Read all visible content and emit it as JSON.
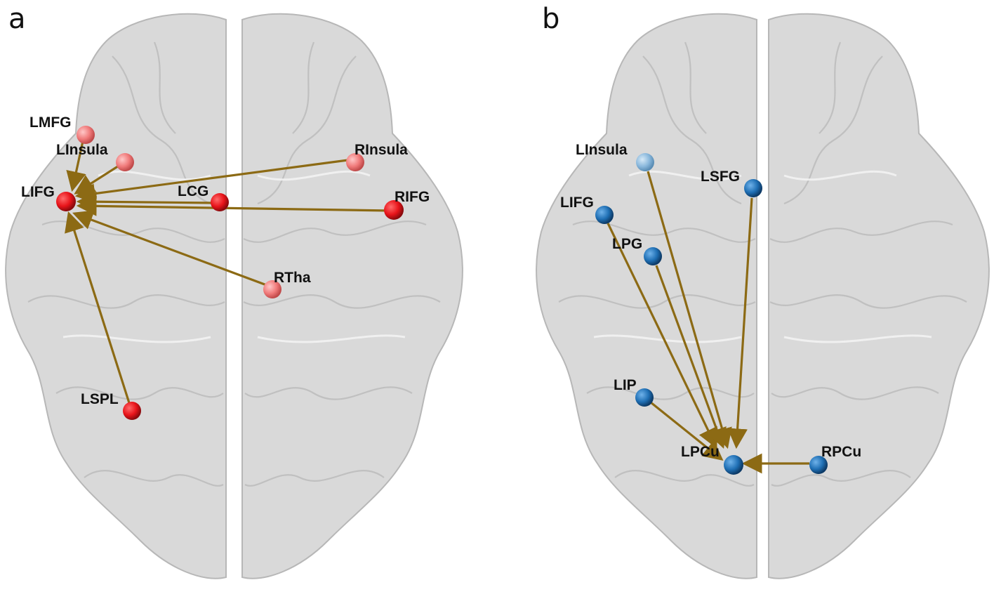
{
  "panels": [
    {
      "letter": "a",
      "colors": {
        "node": "#e8141a",
        "node_light": "#f07a7a",
        "edge": "#8c6a14"
      },
      "target": "LIFG",
      "nodes": [
        {
          "id": "LMFG",
          "label": "LMFG"
        },
        {
          "id": "LInsula",
          "label": "LInsula"
        },
        {
          "id": "LIFG",
          "label": "LIFG"
        },
        {
          "id": "LCG",
          "label": "LCG"
        },
        {
          "id": "RInsula",
          "label": "RInsula"
        },
        {
          "id": "RIFG",
          "label": "RIFG"
        },
        {
          "id": "RTha",
          "label": "RTha"
        },
        {
          "id": "LSPL",
          "label": "LSPL"
        }
      ],
      "edges": [
        {
          "from": "LMFG",
          "to": "LIFG"
        },
        {
          "from": "LInsula",
          "to": "LIFG"
        },
        {
          "from": "RInsula",
          "to": "LIFG"
        },
        {
          "from": "LCG",
          "to": "LIFG"
        },
        {
          "from": "RIFG",
          "to": "LIFG"
        },
        {
          "from": "RTha",
          "to": "LIFG"
        },
        {
          "from": "LSPL",
          "to": "LIFG"
        }
      ]
    },
    {
      "letter": "b",
      "colors": {
        "node": "#1f6fb4",
        "node_light": "#8ab8dc",
        "edge": "#8c6a14"
      },
      "target": "LPCu",
      "nodes": [
        {
          "id": "LInsula",
          "label": "LInsula"
        },
        {
          "id": "LSFG",
          "label": "LSFG"
        },
        {
          "id": "LIFG",
          "label": "LIFG"
        },
        {
          "id": "LPG",
          "label": "LPG"
        },
        {
          "id": "LIP",
          "label": "LIP"
        },
        {
          "id": "LPCu",
          "label": "LPCu"
        },
        {
          "id": "RPCu",
          "label": "RPCu"
        }
      ],
      "edges": [
        {
          "from": "LInsula",
          "to": "LPCu"
        },
        {
          "from": "LSFG",
          "to": "LPCu"
        },
        {
          "from": "LIFG",
          "to": "LPCu"
        },
        {
          "from": "LPG",
          "to": "LPCu"
        },
        {
          "from": "LIP",
          "to": "LPCu"
        },
        {
          "from": "RPCu",
          "to": "LPCu"
        }
      ]
    }
  ]
}
